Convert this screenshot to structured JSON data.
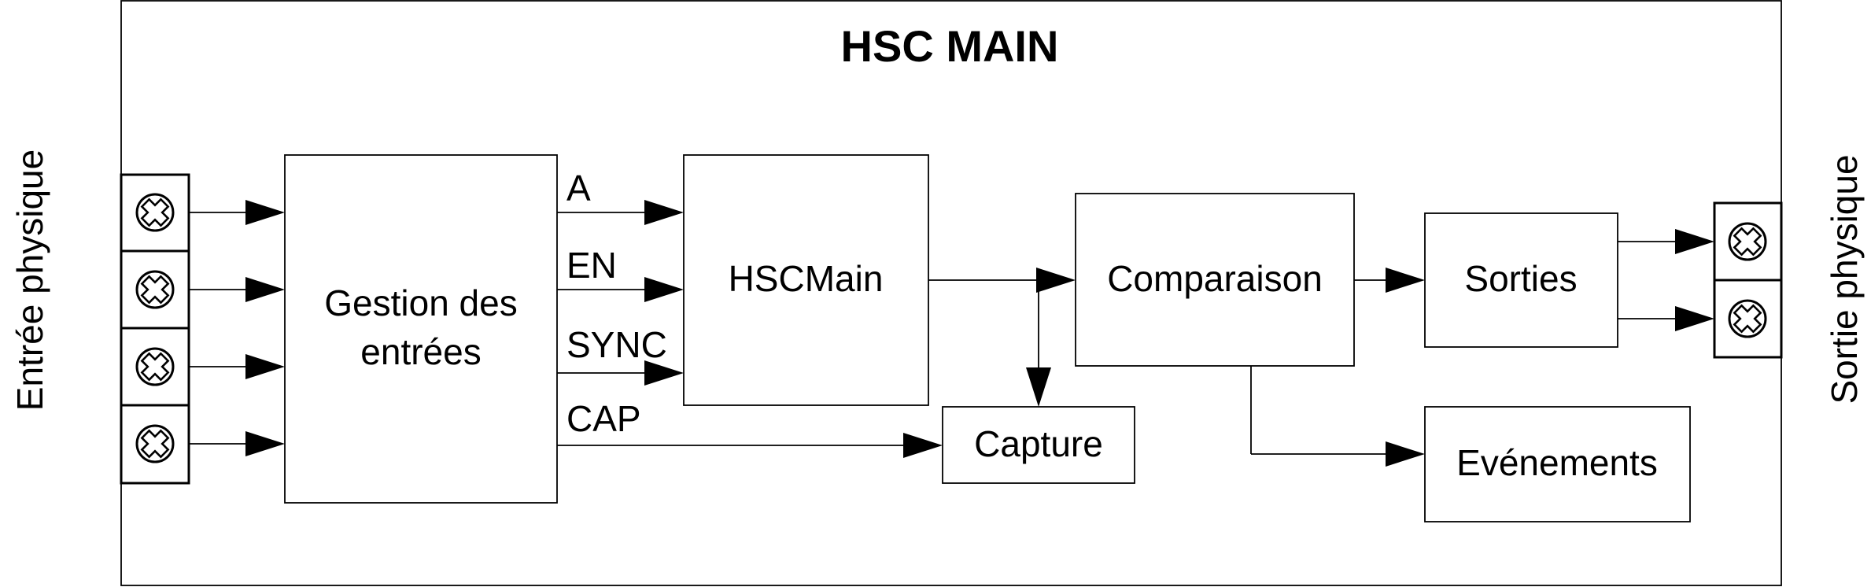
{
  "title": "HSC MAIN",
  "side_labels": {
    "input": "Entrée physique",
    "output": "Sortie physique"
  },
  "blocks": {
    "input_management": [
      "Gestion des",
      "entrées"
    ],
    "hscmain": "HSCMain",
    "comparison": "Comparaison",
    "outputs": "Sorties",
    "capture": "Capture",
    "events": "Evénements"
  },
  "signals": {
    "a": "A",
    "en": "EN",
    "sync": "SYNC",
    "cap": "CAP"
  },
  "terminals": {
    "input_count": 4,
    "output_count": 2
  }
}
